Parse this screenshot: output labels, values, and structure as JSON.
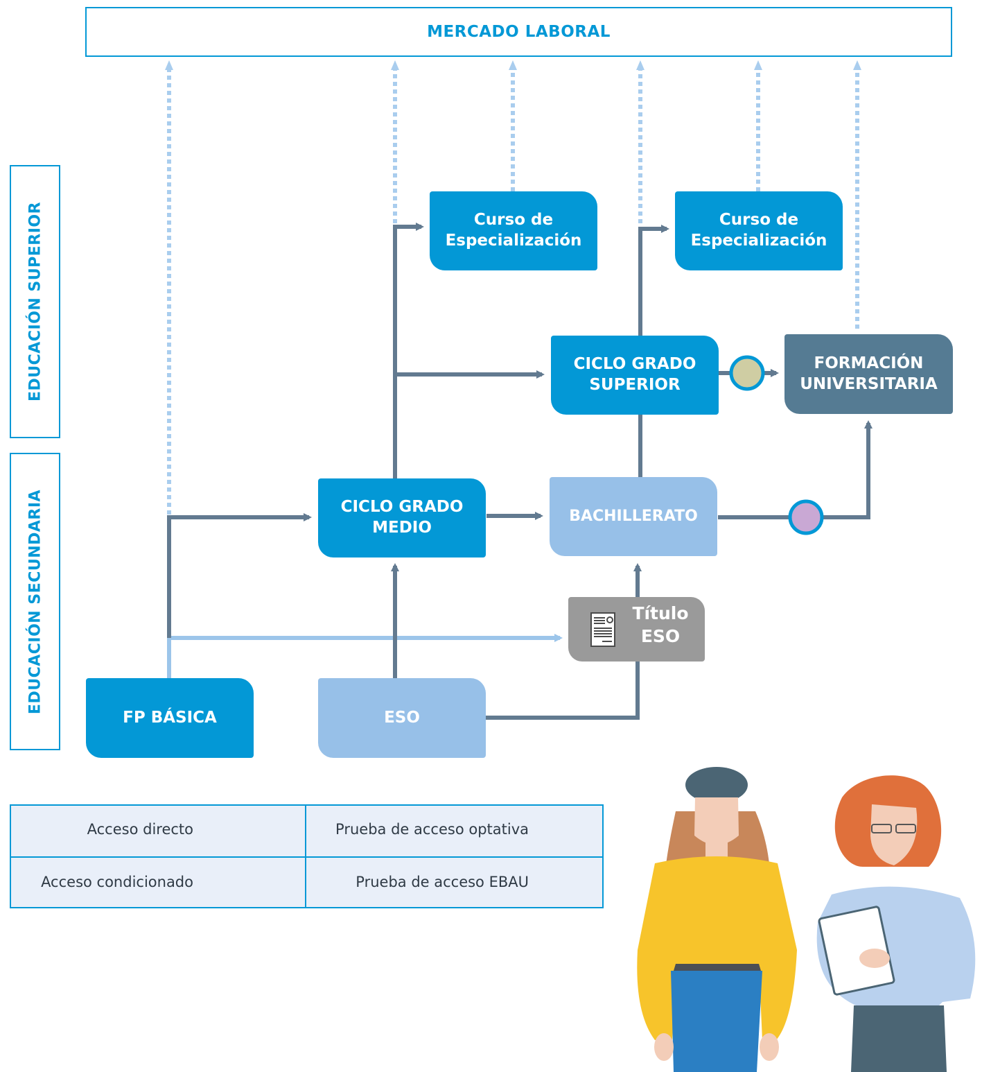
{
  "header": {
    "mercado_laboral": "MERCADO LABORAL"
  },
  "sections": {
    "superior": "EDUCACIÓN SUPERIOR",
    "secundaria": "EDUCACIÓN SECUNDARIA"
  },
  "nodes": {
    "curso1": [
      "Curso de",
      "Especialización"
    ],
    "curso2": [
      "Curso de",
      "Especialización"
    ],
    "ciclo_superior": [
      "CICLO GRADO",
      "SUPERIOR"
    ],
    "formacion_universitaria": [
      "FORMACIÓN",
      "UNIVERSITARIA"
    ],
    "ciclo_medio": [
      "CICLO GRADO",
      "MEDIO"
    ],
    "bachillerato": "BACHILLERATO",
    "titulo_eso": [
      "Título",
      "ESO"
    ],
    "fp_basica": "FP BÁSICA",
    "eso": "ESO"
  },
  "legend": {
    "acceso_directo": "Acceso directo",
    "acceso_condicionado": "Acceso condicionado",
    "prueba_optativa": "Prueba de acceso optativa",
    "prueba_ebau": "Prueba de acceso EBAU"
  },
  "colors": {
    "cyan": "#0398d6",
    "light_blue": "#97c0e8",
    "slate": "#557b93",
    "gray": "#9a9a9a",
    "arrow_direct": "#627a90",
    "arrow_conditional": "#9cc5ea",
    "dotted": "#a9cdee",
    "circle_optativa": "#cfcda3",
    "circle_ebau": "#c9a8d4"
  },
  "icons": {
    "titulo_eso": "certificate-icon",
    "illustration": "two-students-illustration"
  }
}
